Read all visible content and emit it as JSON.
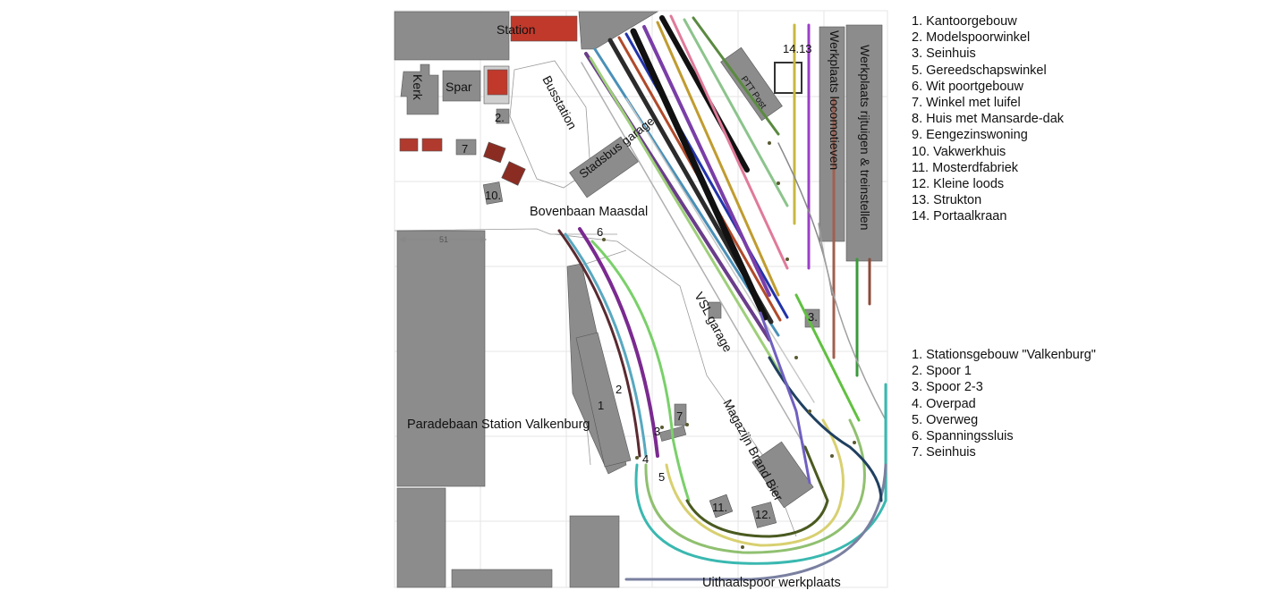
{
  "colors": {
    "building": "#8c8c8c",
    "background": "#ffffff",
    "grid": "#e4e4e4"
  },
  "labels": {
    "station": "Station",
    "kerk": "Kerk",
    "spar": "Spar",
    "busstation": "Busstation",
    "stadsbus_garage": "Stadsbus garage",
    "ptt_post": "PTT Post",
    "werkplaats_locomotieven": "Werkplaats locomotieven",
    "werkplaats_rijtuigen": "Werkplaats rijtuigen & treinstellen",
    "crane_ref": "14.13",
    "bovenbaan": "Bovenbaan Maasdal",
    "paradebaan": "Paradebaan Station Valkenburg",
    "vsl_garage": "VSL garage",
    "magazijn": "Magazijn Brand Bier",
    "uithaalspoor": "Uithaalspoor werkplaats",
    "dimension": "51",
    "n2_top": "2.",
    "n7_top": "7",
    "n10": "10.",
    "n11": "11.",
    "n12": "12.",
    "n3_right": "3.",
    "n6": "6",
    "n1": "1",
    "n2": "2",
    "n3": "3",
    "n4": "4",
    "n5": "5",
    "n7": "7"
  },
  "legend_top": [
    "1. Kantoorgebouw",
    "2. Modelspoorwinkel",
    "3. Seinhuis",
    "5. Gereedschapswinkel",
    "6. Wit poortgebouw",
    "7. Winkel met luifel",
    "8. Huis met Mansarde-dak",
    "9. Eengezinswoning",
    "10. Vakwerkhuis",
    "11. Mosterdfabriek",
    "12. Kleine loods",
    "13. Strukton",
    "14. Portaalkraan"
  ],
  "legend_bottom": [
    "1. Stationsgebouw \"Valkenburg\"",
    "2. Spoor 1",
    "3. Spoor 2-3",
    "4. Overpad",
    "5. Overweg",
    "6. Spanningssluis",
    "7. Seinhuis"
  ]
}
